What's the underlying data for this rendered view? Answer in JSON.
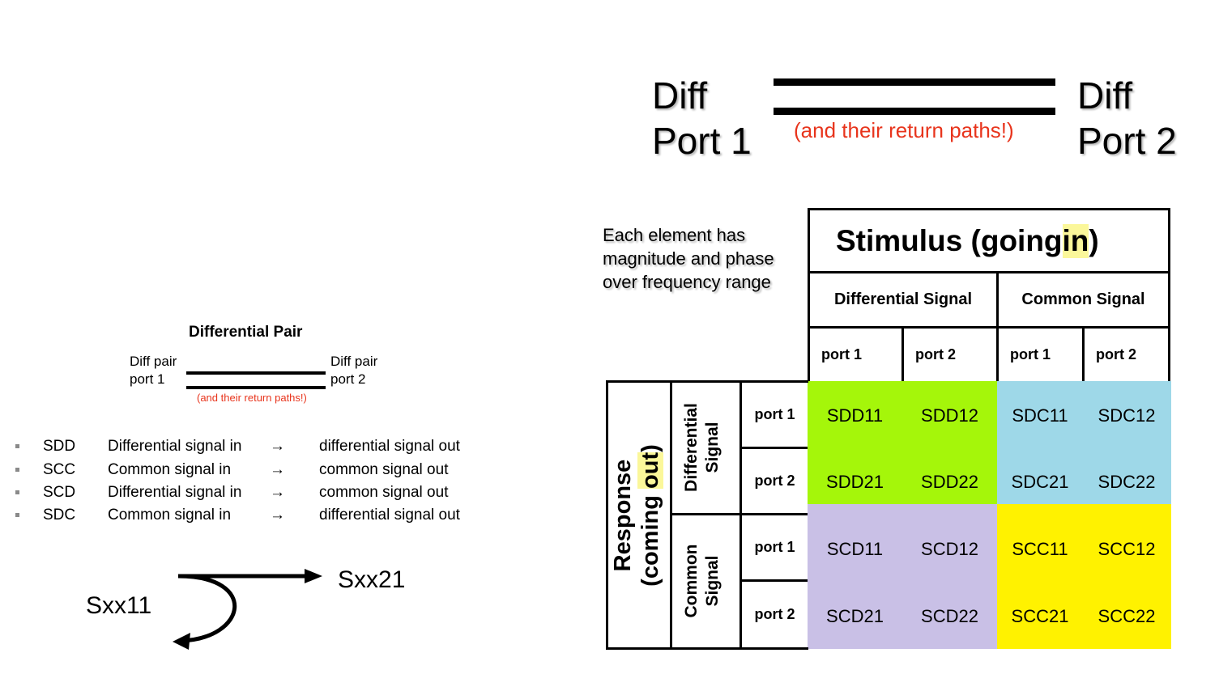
{
  "top_diagram": {
    "left_port": [
      "Diff",
      "Port 1"
    ],
    "right_port": [
      "Diff",
      "Port 2"
    ],
    "return_note": "(and their return paths!)"
  },
  "note": [
    "Each element has",
    "magnitude and phase",
    "over frequency range"
  ],
  "small_diagram": {
    "title": "Differential Pair",
    "left_label": [
      "Diff pair",
      "port 1"
    ],
    "right_label": [
      "Diff pair",
      "port 2"
    ],
    "return_note": "(and their return paths!)"
  },
  "bullets": [
    {
      "code": "SDD",
      "input": "Differential signal in",
      "arrow": "→",
      "output": "differential signal out"
    },
    {
      "code": "SCC",
      "input": "Common signal in",
      "arrow": "→",
      "output": "common signal out"
    },
    {
      "code": "SCD",
      "input": "Differential signal in",
      "arrow": "→",
      "output": "common signal out"
    },
    {
      "code": "SDC",
      "input": "Common signal in",
      "arrow": "→",
      "output": "differential signal out"
    }
  ],
  "sxx": {
    "reflect": "Sxx11",
    "through": "Sxx21"
  },
  "matrix": {
    "stimulus_title": [
      "Stimulus (going ",
      "in",
      ")"
    ],
    "stim_groups": [
      "Differential Signal",
      "Common Signal"
    ],
    "stim_ports": [
      "port 1",
      "port 2",
      "port 1",
      "port 2"
    ],
    "response_title": [
      "Response",
      "(coming ",
      "out",
      ")"
    ],
    "resp_groups": [
      [
        "Differential",
        "Signal"
      ],
      [
        "Common",
        "Signal"
      ]
    ],
    "resp_ports": [
      "port 1",
      "port 2",
      "port 1",
      "port 2"
    ],
    "cells": [
      [
        "SDD11",
        "SDD12",
        "SDC11",
        "SDC12"
      ],
      [
        "SDD21",
        "SDD22",
        "SDC21",
        "SDC22"
      ],
      [
        "SCD11",
        "SCD12",
        "SCC11",
        "SCC12"
      ],
      [
        "SCD21",
        "SCD22",
        "SCC21",
        "SCC22"
      ]
    ],
    "colors": {
      "sdd": "#a5f60a",
      "sdc": "#9ed8e8",
      "scd": "#c9c0e6",
      "scc": "#fff200",
      "highlight": "#fbf79a"
    }
  }
}
